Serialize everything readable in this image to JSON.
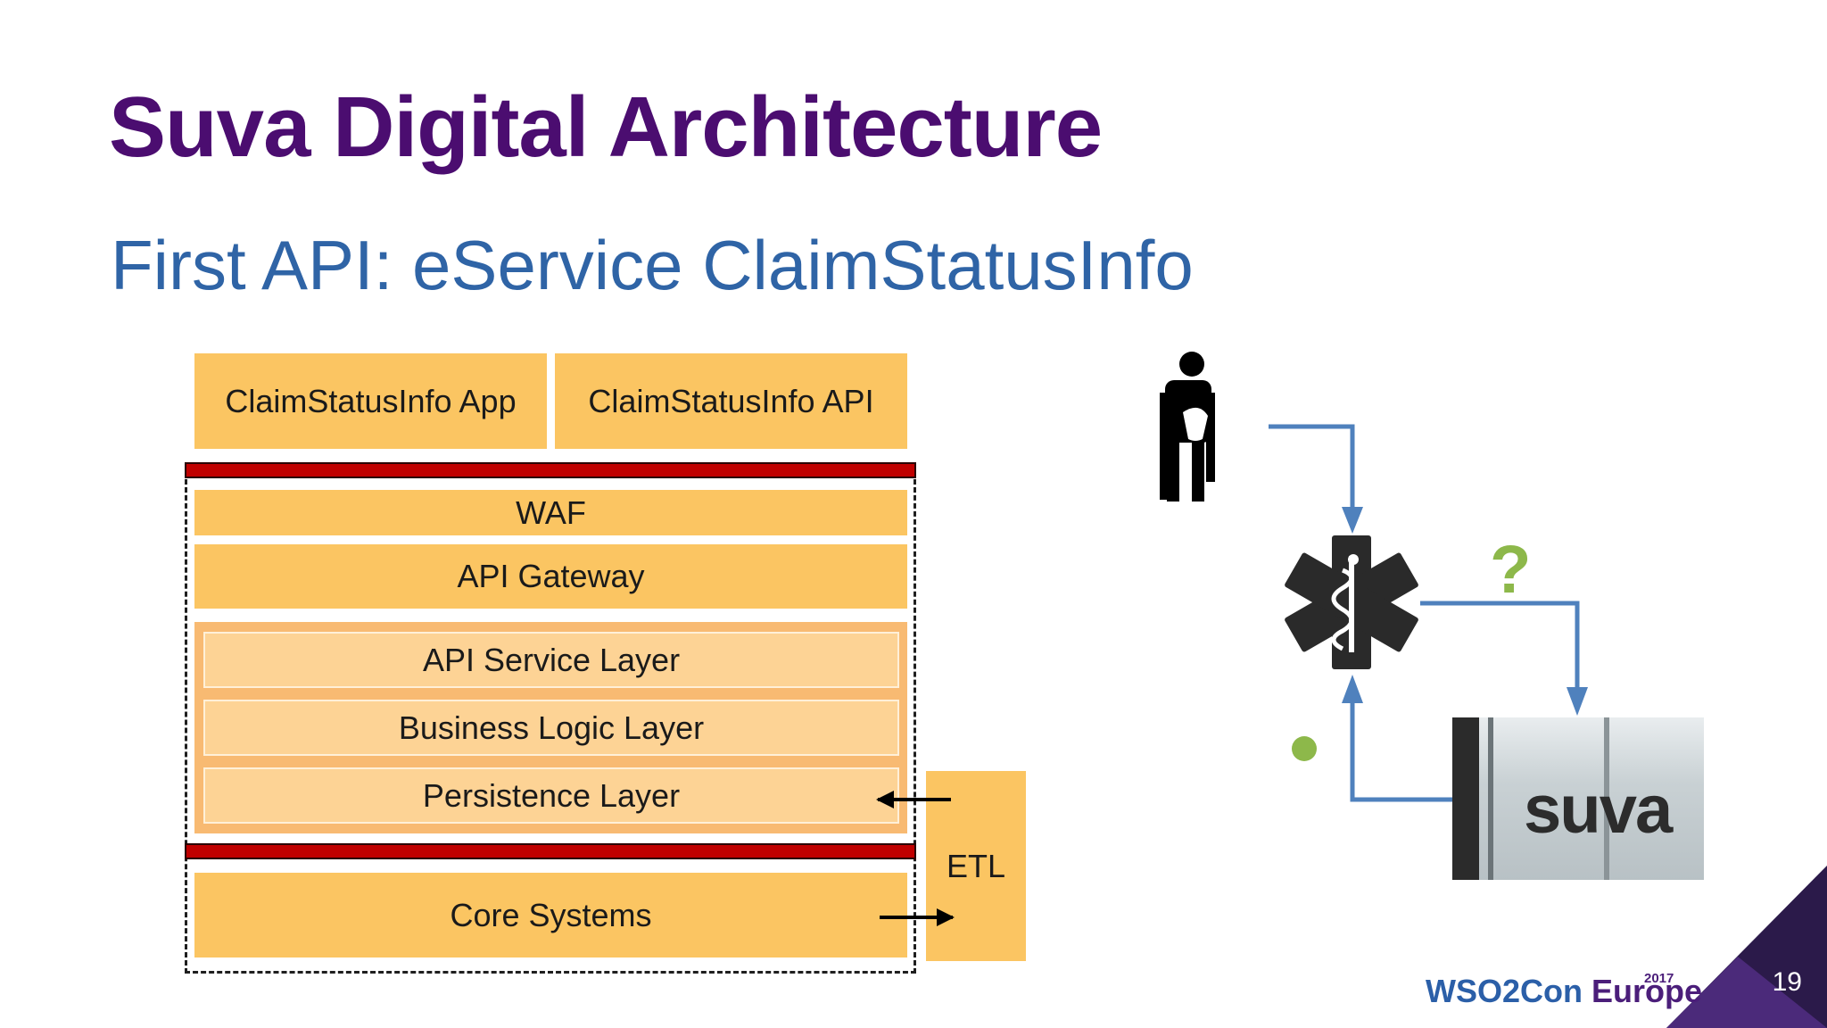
{
  "slide": {
    "title": "Suva Digital Architecture",
    "subtitle": "First API: eService ClaimStatusInfo",
    "page_number": "19"
  },
  "stack": {
    "app_label": "ClaimStatusInfo App",
    "api_label": "ClaimStatusInfo API",
    "waf_label": "WAF",
    "gateway_label": "API Gateway",
    "service_layer_label": "API Service Layer",
    "business_layer_label": "Business Logic Layer",
    "persistence_layer_label": "Persistence Layer",
    "core_label": "Core Systems",
    "etl_label": "ETL"
  },
  "flow": {
    "question_mark": "?",
    "photo_word": "suva"
  },
  "logo": {
    "brand_a": "WSO2Con",
    "brand_b": "Europe",
    "year": "2017"
  },
  "colors": {
    "title": "#4b0d70",
    "subtitle": "#2f64a6",
    "box": "#fbc562",
    "inner_layer": "#fdd395",
    "service_block": "#f8ba72",
    "barrier": "#c00000",
    "flow_line": "#4f81bd",
    "accent_green": "#8db84a"
  },
  "icons": [
    "injured-person-icon",
    "star-of-life-icon",
    "suva-building-photo",
    "corner-triangle-decoration"
  ]
}
